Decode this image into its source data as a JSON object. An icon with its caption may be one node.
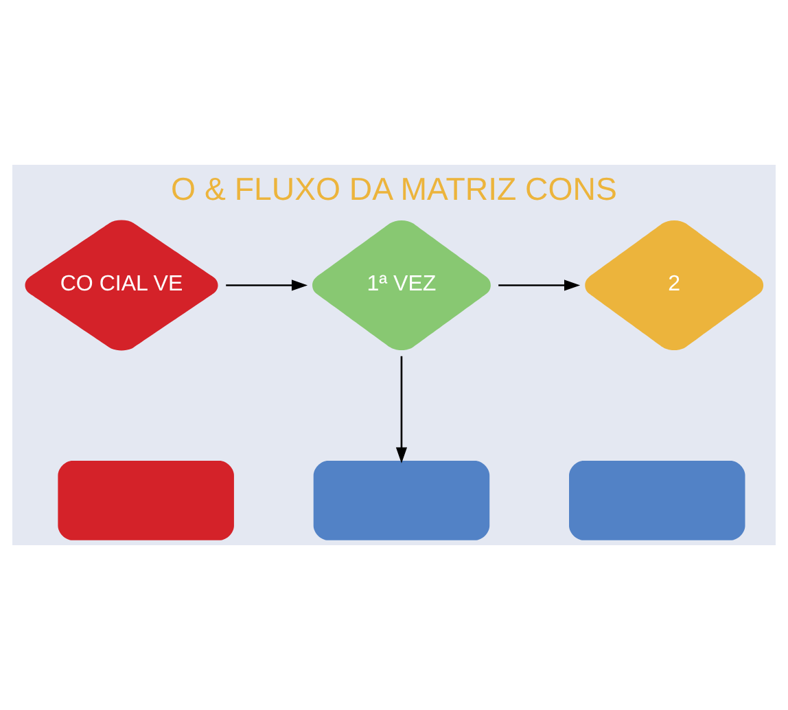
{
  "diagram": {
    "title": "O & FLUXO DA MATRIZ CONS",
    "nodes": [
      {
        "text": [
          "CO CIAL VE"
        ]
      },
      {
        "text": [
          "1ª VEZ"
        ]
      },
      {
        "text": [
          "2"
        ]
      },
      {
        "text": [],
        "shape": "box"
      },
      {
        "text": [],
        "shape": "box"
      },
      {
        "text": [],
        "shape": "box"
      }
    ],
    "edges": [
      {
        "from": 0,
        "to": 1,
        "arrow": "to"
      },
      {
        "from": 1,
        "to": 2,
        "arrow": "to"
      },
      {
        "from": 1,
        "to": 4,
        "arrow": "to"
      }
    ]
  }
}
